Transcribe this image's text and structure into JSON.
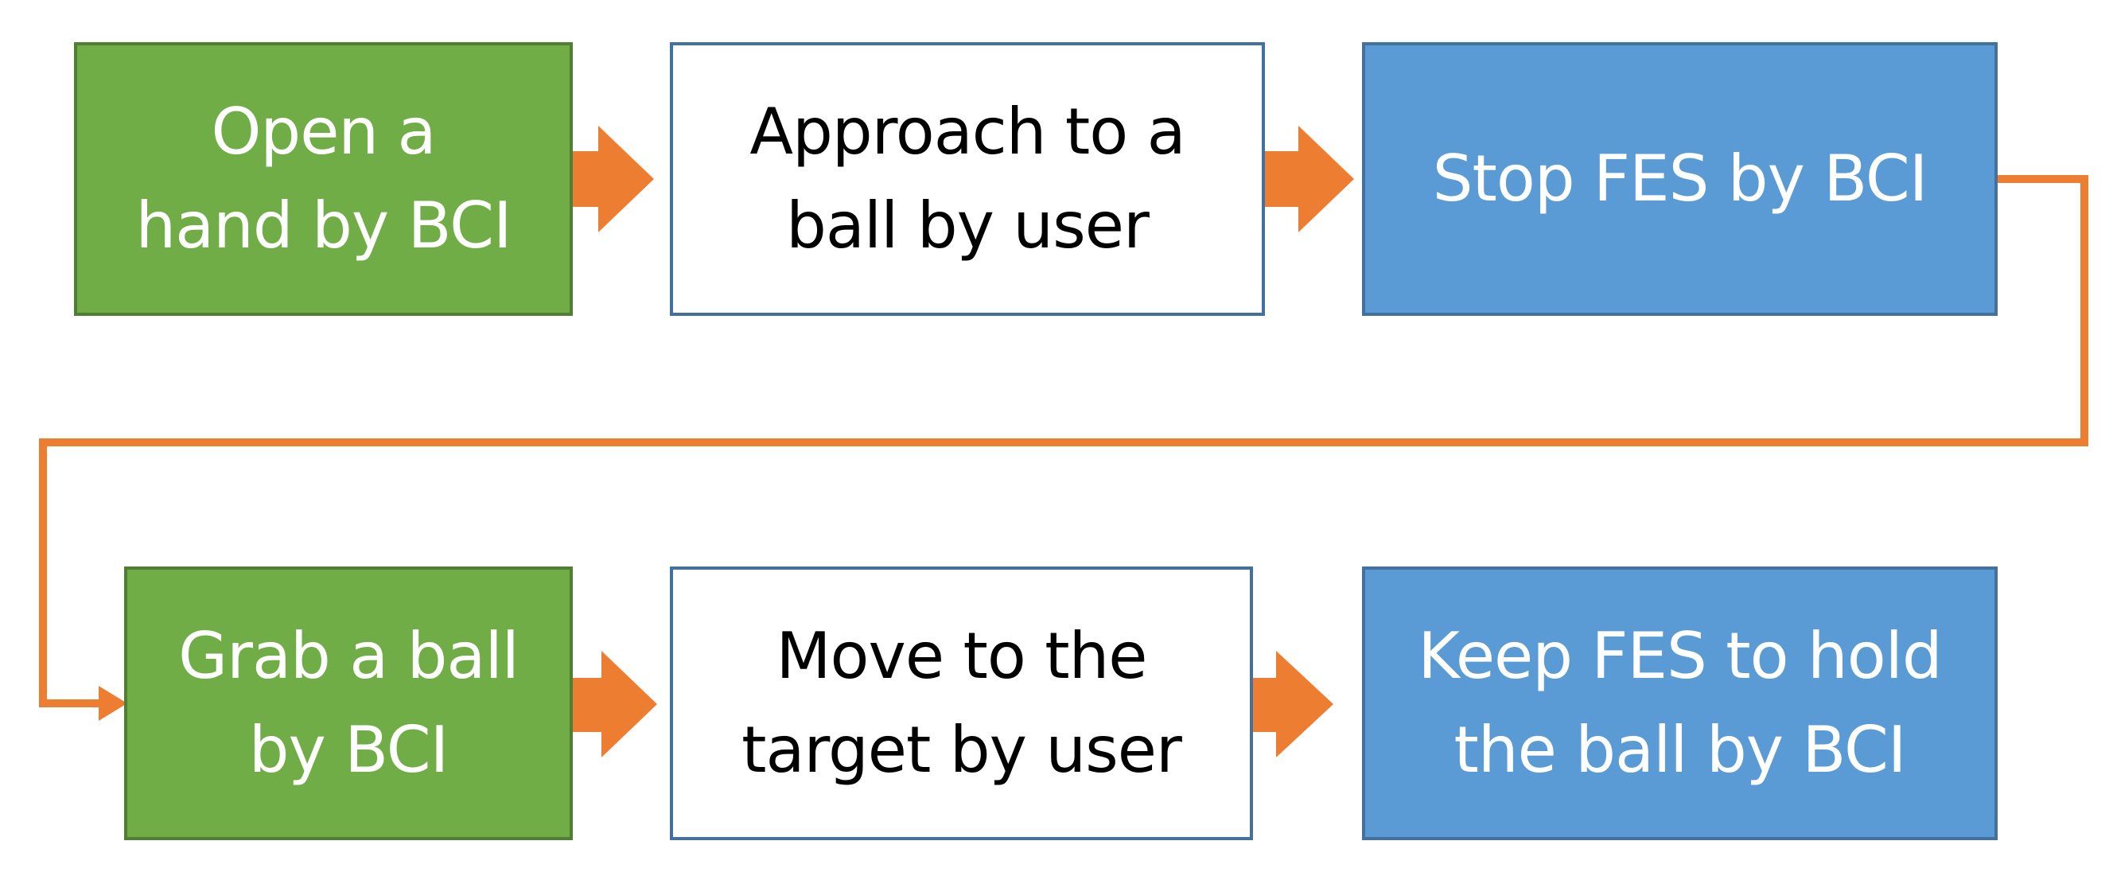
{
  "steps": [
    {
      "lines": [
        "Open a",
        "hand by BCI"
      ],
      "kind": "bci"
    },
    {
      "lines": [
        "Approach to a",
        "ball by user"
      ],
      "kind": "user"
    },
    {
      "lines": [
        "Stop FES by BCI"
      ],
      "kind": "fes"
    },
    {
      "lines": [
        "Grab a ball",
        "by BCI"
      ],
      "kind": "bci"
    },
    {
      "lines": [
        "Move to the",
        "target by user"
      ],
      "kind": "user"
    },
    {
      "lines": [
        "Keep FES to hold",
        "the ball by BCI"
      ],
      "kind": "fes"
    }
  ],
  "colors": {
    "bci_fill": "#70ad47",
    "user_fill": "#ffffff",
    "fes_fill": "#5b9bd5",
    "arrow": "#ed7d31"
  }
}
